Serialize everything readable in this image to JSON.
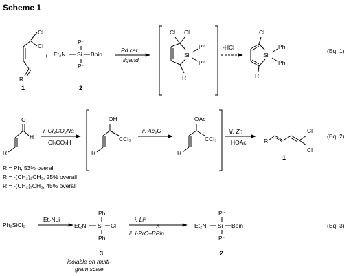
{
  "title": "Scheme 1",
  "equations": {
    "eq1": "(Eq. 1)",
    "eq2": "(Eq. 2)",
    "eq3": "(Eq. 3)"
  },
  "compound_labels": {
    "c1": "1",
    "c2": "2",
    "c3": "3"
  },
  "atoms": {
    "cl": "Cl",
    "r": "R",
    "si": "Si",
    "ph": "Ph",
    "et2n": "Et₂N",
    "bpin": "Bpin",
    "h": "H",
    "oh": "OH",
    "oac": "OAc",
    "ccl3": "CCl₃",
    "o": "O",
    "plus": "+"
  },
  "reaction1": {
    "reagent_top": "Pd cat.",
    "reagent_bottom": "ligand",
    "elimination": "-HCl"
  },
  "reaction2": {
    "step_i_top": "i. Cl₃CO₂Na",
    "step_i_bottom": "Cl₃CO₂H",
    "step_ii": "ii. Ac₂O",
    "step_iii_top": "iii. Zn",
    "step_iii_bottom": "HOAc",
    "yields": [
      "R = Ph, 53% overall",
      "R = -(CH₂)₂CH₃, 25% overall",
      "R = -(CH₂)₇CH₃, 45% overall"
    ]
  },
  "reaction3": {
    "start": "Ph₂SiCl₂",
    "reagent": "Et₂NLi",
    "step_i": "i. Li⁰",
    "step_ii": "ii. i-PrO–BPin",
    "failed_mark": "X",
    "note_line1": "isolable on multi-",
    "note_line2": "gram scale"
  }
}
